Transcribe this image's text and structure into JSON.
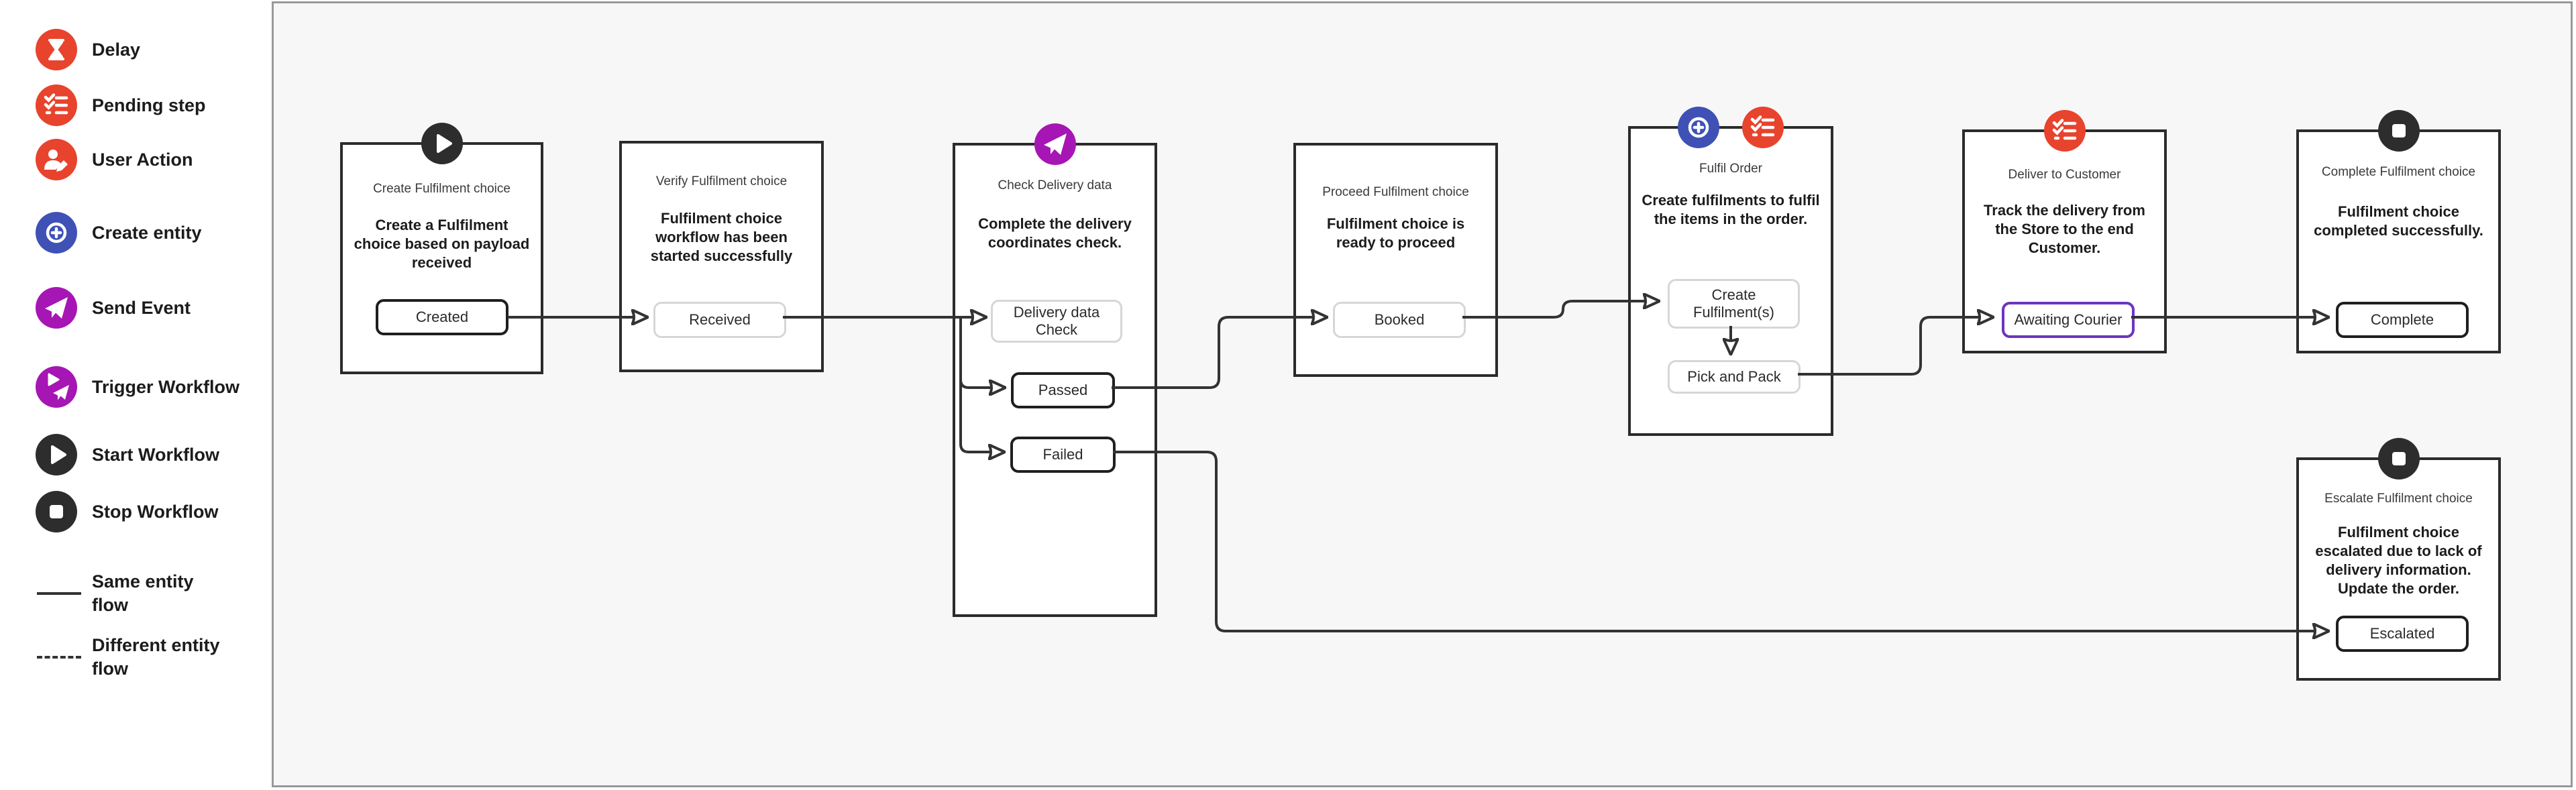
{
  "legend": {
    "items": [
      {
        "label": "Delay",
        "icon": "delay-icon",
        "color": "#E8432D"
      },
      {
        "label": "Pending step",
        "icon": "pending-step-icon",
        "color": "#E8432D"
      },
      {
        "label": "User Action",
        "icon": "user-action-icon",
        "color": "#E8432D"
      },
      {
        "label": "Create entity",
        "icon": "create-entity-icon",
        "color": "#3F51B5"
      },
      {
        "label": "Send Event",
        "icon": "send-event-icon",
        "color": "#A616B4"
      },
      {
        "label": "Trigger Workflow",
        "icon": "trigger-workflow-icon",
        "color": "#A616B4"
      },
      {
        "label": "Start Workflow",
        "icon": "start-workflow-icon",
        "color": "#2D2D2D"
      },
      {
        "label": "Stop Workflow",
        "icon": "stop-workflow-icon",
        "color": "#2D2D2D"
      },
      {
        "label": "Same entity flow",
        "icon": "solid-line",
        "color": "#333333"
      },
      {
        "label": "Different entity flow",
        "icon": "dashed-line",
        "color": "#333333"
      }
    ]
  },
  "nodes": [
    {
      "title": "Create Fulfilment choice",
      "description": "Create a Fulfilment choice based on payload received",
      "icons": [
        "start-workflow-icon"
      ],
      "states": [
        {
          "label": "Created",
          "style": "dark"
        }
      ]
    },
    {
      "title": "Verify Fulfilment choice",
      "description": "Fulfilment choice workflow has been started successfully",
      "icons": [],
      "states": [
        {
          "label": "Received",
          "style": "light"
        }
      ]
    },
    {
      "title": "Check Delivery data",
      "description": "Complete the delivery coordinates check.",
      "icons": [
        "send-event-icon"
      ],
      "states": [
        {
          "label": "Delivery data Check",
          "style": "light"
        },
        {
          "label": "Passed",
          "style": "dark"
        },
        {
          "label": "Failed",
          "style": "dark"
        }
      ]
    },
    {
      "title": "Proceed Fulfilment choice",
      "description": "Fulfilment choice is ready to proceed",
      "icons": [],
      "states": [
        {
          "label": "Booked",
          "style": "light"
        }
      ]
    },
    {
      "title": "Fulfil Order",
      "description": "Create fulfilments to fulfil the items in the order.",
      "icons": [
        "create-entity-icon",
        "pending-step-icon"
      ],
      "states": [
        {
          "label": "Create Fulfilment(s)",
          "style": "light"
        },
        {
          "label": "Pick and Pack",
          "style": "light"
        }
      ]
    },
    {
      "title": "Deliver to Customer",
      "description": "Track the delivery from the Store to the end Customer.",
      "icons": [
        "pending-step-icon"
      ],
      "states": [
        {
          "label": "Awaiting Courier",
          "style": "purple"
        }
      ]
    },
    {
      "title": "Complete Fulfilment choice",
      "description": "Fulfilment choice completed successfully.",
      "icons": [
        "stop-workflow-icon"
      ],
      "states": [
        {
          "label": "Complete",
          "style": "dark"
        }
      ]
    },
    {
      "title": "Escalate Fulfilment choice",
      "description": "Fulfilment choice escalated due to lack of delivery information. Update the order.",
      "icons": [
        "stop-workflow-icon"
      ],
      "states": [
        {
          "label": "Escalated",
          "style": "dark"
        }
      ]
    }
  ],
  "edges": [
    {
      "from": "Created",
      "to": "Received",
      "type": "same-entity"
    },
    {
      "from": "Received",
      "to": "Delivery data Check",
      "type": "same-entity"
    },
    {
      "from": "Received",
      "to": "Passed",
      "type": "same-entity"
    },
    {
      "from": "Received",
      "to": "Failed",
      "type": "same-entity"
    },
    {
      "from": "Passed",
      "to": "Booked",
      "type": "same-entity"
    },
    {
      "from": "Failed",
      "to": "Escalated",
      "type": "same-entity"
    },
    {
      "from": "Booked",
      "to": "Create Fulfilment(s)",
      "type": "same-entity"
    },
    {
      "from": "Create Fulfilment(s)",
      "to": "Pick and Pack",
      "type": "same-entity"
    },
    {
      "from": "Pick and Pack",
      "to": "Awaiting Courier",
      "type": "same-entity"
    },
    {
      "from": "Awaiting Courier",
      "to": "Complete",
      "type": "same-entity"
    }
  ],
  "colors": {
    "accent_red": "#E8432D",
    "accent_blue": "#3F51B5",
    "accent_purple": "#A616B4",
    "accent_dark": "#2D2D2D",
    "state_purple_border": "#6C35BF",
    "wire": "#333333",
    "canvas_bg": "#F7F7F8",
    "canvas_border": "#97999B"
  }
}
